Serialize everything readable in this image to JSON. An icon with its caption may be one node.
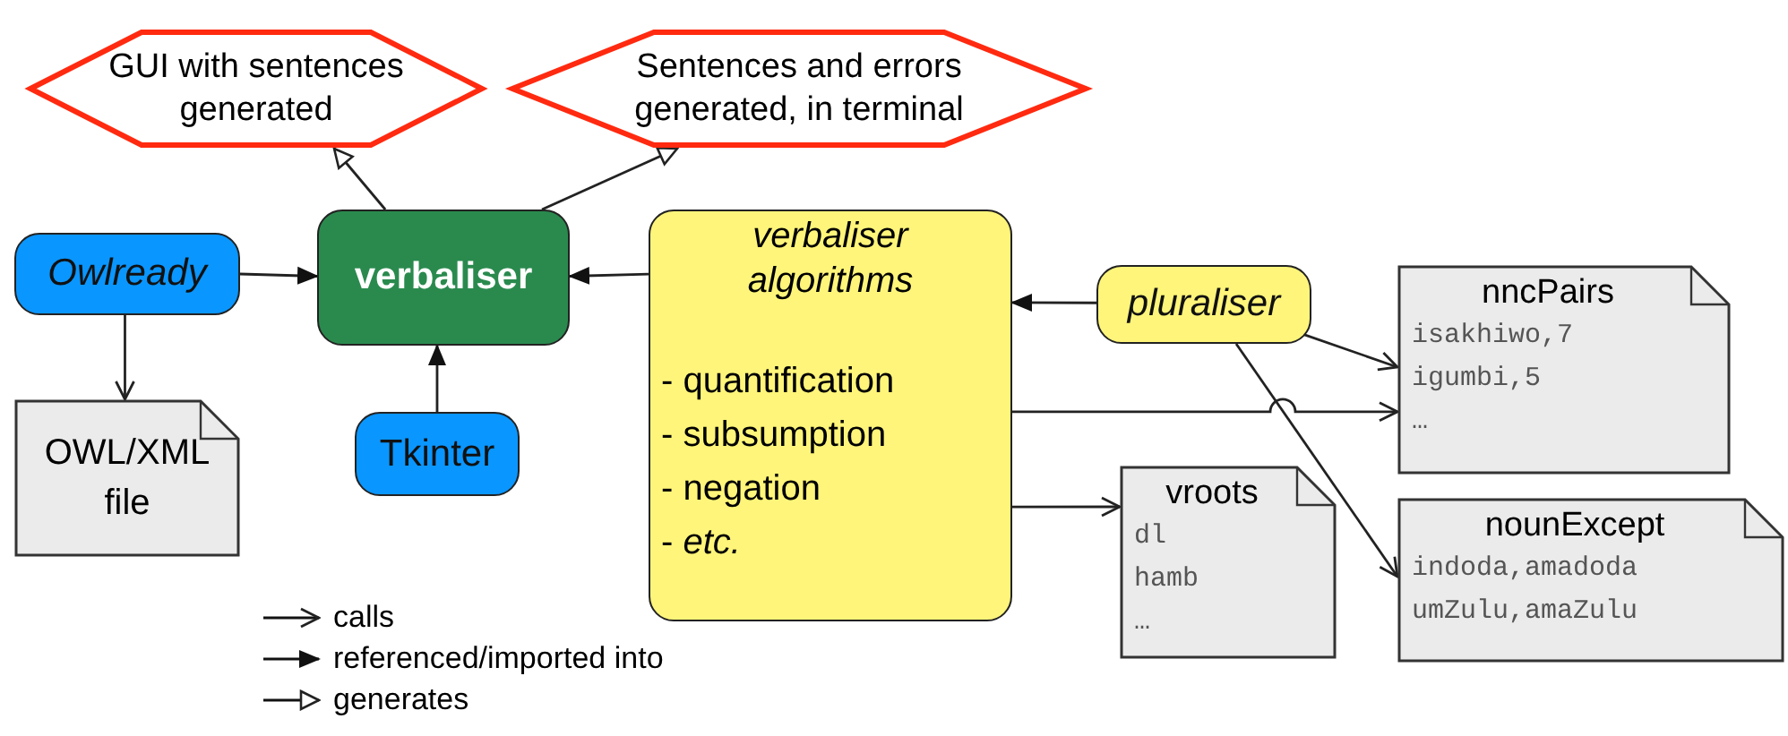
{
  "diagram": {
    "nodes": [
      {
        "text": [
          "GUI with sentences generated"
        ]
      },
      {
        "text": [
          "Sentences and errors generated, in terminal"
        ]
      },
      {
        "text": [
          "Owlready"
        ]
      },
      {
        "text": [
          "verbaliser"
        ]
      },
      {
        "text": [
          "verbaliser algorithms",
          "- quantification",
          "- subsumption",
          "- negation",
          "- *etc.*"
        ]
      },
      {
        "text": [
          "OWL/XML file"
        ]
      },
      {
        "text": [
          "Tkinter"
        ]
      },
      {
        "text": [
          "pluraliser"
        ]
      },
      {
        "text": [
          "nncPairs",
          "isakhiwo,7",
          "igumbi,5",
          "…"
        ]
      },
      {
        "text": [
          "vroots",
          "dl",
          "hamb",
          "…"
        ]
      },
      {
        "text": [
          "nounExcept",
          "indoda,amadoda",
          "umZulu,amaZulu"
        ]
      }
    ],
    "edges": [
      {
        "from": 3,
        "to": 0,
        "arrow": "to"
      },
      {
        "from": 3,
        "to": 1,
        "arrow": "to"
      },
      {
        "from": 2,
        "to": 3,
        "arrow": "to"
      },
      {
        "from": 4,
        "to": 3,
        "arrow": "to"
      },
      {
        "from": 6,
        "to": 3,
        "arrow": "to"
      },
      {
        "from": 2,
        "to": 5,
        "arrow": "to"
      },
      {
        "from": 7,
        "to": 4,
        "arrow": "to"
      },
      {
        "from": 7,
        "to": 8,
        "arrow": "to"
      },
      {
        "from": 7,
        "to": 10,
        "arrow": "to"
      },
      {
        "from": 4,
        "to": 8,
        "arrow": "to"
      },
      {
        "from": 4,
        "to": 9,
        "arrow": "to"
      }
    ],
    "legend": [
      {
        "text": "calls"
      },
      {
        "text": "referenced/imported into"
      },
      {
        "text": "generates"
      }
    ]
  }
}
